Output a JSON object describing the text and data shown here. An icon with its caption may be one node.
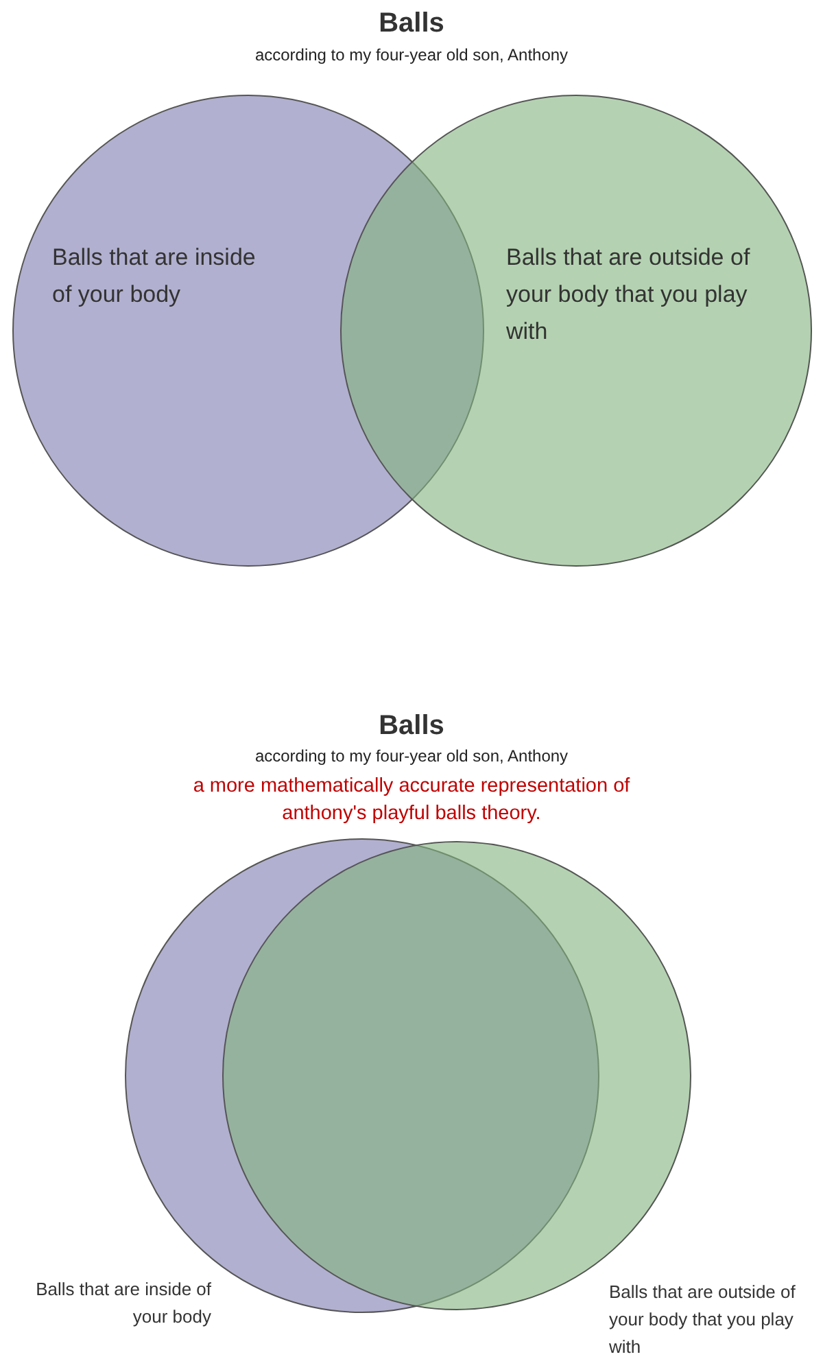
{
  "diagram": {
    "title": "Balls",
    "nodes": [
      {
        "text": [
          "Balls that are inside of your body"
        ]
      },
      {
        "text": [
          "Balls that are outside of your body that you play with"
        ]
      },
      {
        "text": [],
        "shape": "circle",
        "beside": [
          "Balls that are inside of your body"
        ]
      },
      {
        "text": [],
        "shape": "circle",
        "beside": [
          "Balls that are outside of your body that you play with"
        ]
      }
    ],
    "labels": [
      "according to my four-year old son, Anthony",
      "Balls",
      "according to my four-year old son, Anthony",
      "a more mathematically accurate representation of anthony's playful balls theory."
    ]
  }
}
